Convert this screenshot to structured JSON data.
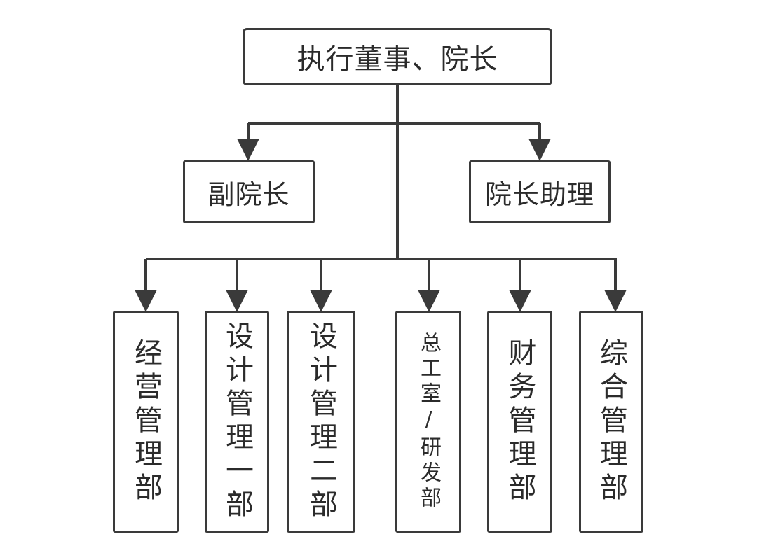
{
  "diagram": {
    "root": {
      "label": "执行董事、院长"
    },
    "deputies": [
      {
        "label": "副院长"
      },
      {
        "label": "院长助理"
      }
    ],
    "departments": [
      {
        "label": "经营管理部"
      },
      {
        "label": "设计管理一部"
      },
      {
        "label": "设计管理二部"
      },
      {
        "label": "总工室/研发部"
      },
      {
        "label": "财务管理部"
      },
      {
        "label": "综合管理部"
      }
    ]
  },
  "colors": {
    "stroke": "#3a3a3a",
    "text": "#2b2b2b",
    "background": "#ffffff"
  }
}
